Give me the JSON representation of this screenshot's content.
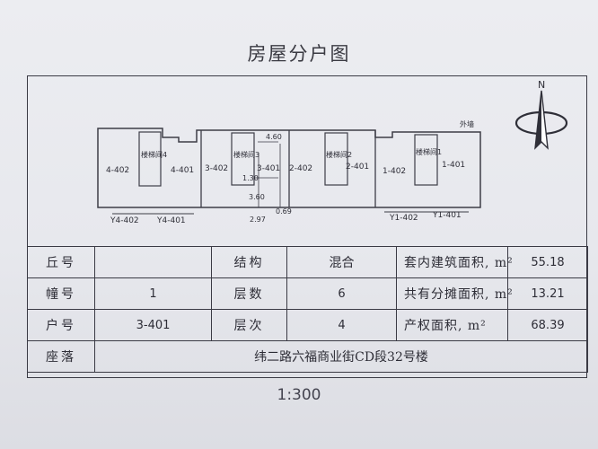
{
  "document": {
    "title": "房屋分户图",
    "scale": "1:300"
  },
  "plan": {
    "north_label": "N",
    "rooms": {
      "r4_402": "4-402",
      "r4_401": "4-401",
      "r3_402": "3-402",
      "r3_401": "3-401",
      "r2_402": "2-402",
      "r2_401": "2-401",
      "r1_402": "1-402",
      "r1_401": "1-401"
    },
    "stairs": {
      "s4": "楼梯间4",
      "s3": "楼梯间3",
      "s2": "楼梯间2",
      "s1": "楼梯间1"
    },
    "balconies": {
      "y4_402": "Y4-402",
      "y4_401": "Y4-401",
      "y1_402": "Y1-402",
      "y1_401": "Y1-401"
    },
    "dimensions": {
      "d460": "4.60",
      "d130": "1.30",
      "d360": "3.60",
      "d297": "2.97",
      "d069": "0.69"
    },
    "corner_label": "外墙"
  },
  "table": {
    "row1": {
      "l1": "丘号",
      "v1": "",
      "l2": "结构",
      "v2": "混合",
      "l3": "套内建筑面积, m²",
      "v3": "55.18"
    },
    "row2": {
      "l1": "幢号",
      "v1": "1",
      "l2": "层数",
      "v2": "6",
      "l3": "共有分摊面积, m²",
      "v3": "13.21"
    },
    "row3": {
      "l1": "户号",
      "v1": "3-401",
      "l2": "层次",
      "v2": "4",
      "l3": "产权面积, m²",
      "v3": "68.39"
    },
    "row4": {
      "l1": "座落",
      "address": "纬二路六福商业街CD段32号楼"
    }
  }
}
